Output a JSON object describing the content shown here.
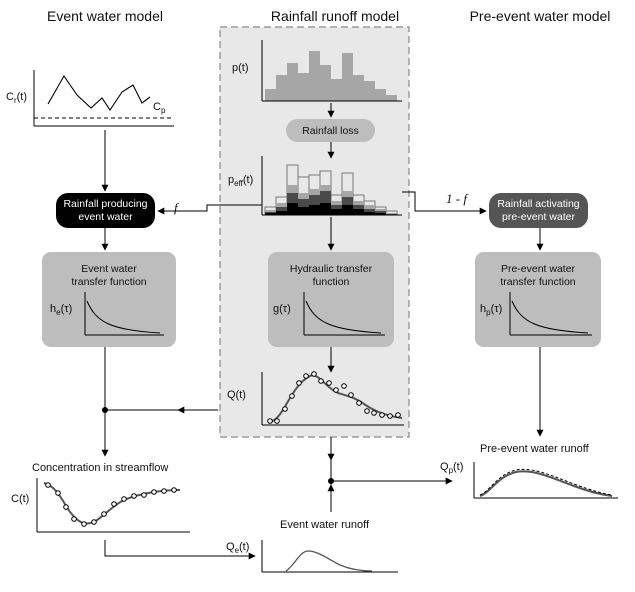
{
  "titles": {
    "event": "Event water model",
    "rainfall": "Rainfall runoff model",
    "pre_event": "Pre-event water model"
  },
  "labels": {
    "p_t": "p(t)",
    "cr_t_main": "C",
    "cr_t_sub": "r",
    "cr_t_arg": "(t)",
    "cp_main": "C",
    "cp_sub": "p",
    "peff_main": "p",
    "peff_sub": "eff",
    "peff_arg": "(t)",
    "he_main": "h",
    "he_sub": "e",
    "he_arg": "(τ)",
    "g_tau": "g(τ)",
    "hp_main": "h",
    "hp_sub": "p",
    "hp_arg": "(τ)",
    "q_t": "Q(t)",
    "c_t": "C(t)",
    "qe_main": "Q",
    "qe_sub": "e",
    "qe_arg": "(t)",
    "qp_main": "Q",
    "qp_sub": "p",
    "qp_arg": "(t)",
    "f": "f",
    "one_minus_f": "1 - f"
  },
  "boxes": {
    "rainfall_loss": "Rainfall loss",
    "producing_line1": "Rainfall producing",
    "producing_line2": "event water",
    "activating_line1": "Rainfall activating",
    "activating_line2": "pre-event water",
    "event_tf_line1": "Event water",
    "event_tf_line2": "transfer function",
    "hydraulic_tf_line1": "Hydraulic transfer",
    "hydraulic_tf_line2": "function",
    "pre_tf_line1": "Pre-event water",
    "pre_tf_line2": "transfer function"
  },
  "captions": {
    "concentration": "Concentration in streamflow",
    "event_runoff": "Event water runoff",
    "pre_event_runoff": "Pre-event water runoff"
  },
  "colors": {
    "panel_fill": "#e8e8e8",
    "box_gray": "#bdbdbd",
    "box_black": "#000000",
    "box_dark": "#555555",
    "hist_gray": "#a6a6a6"
  }
}
